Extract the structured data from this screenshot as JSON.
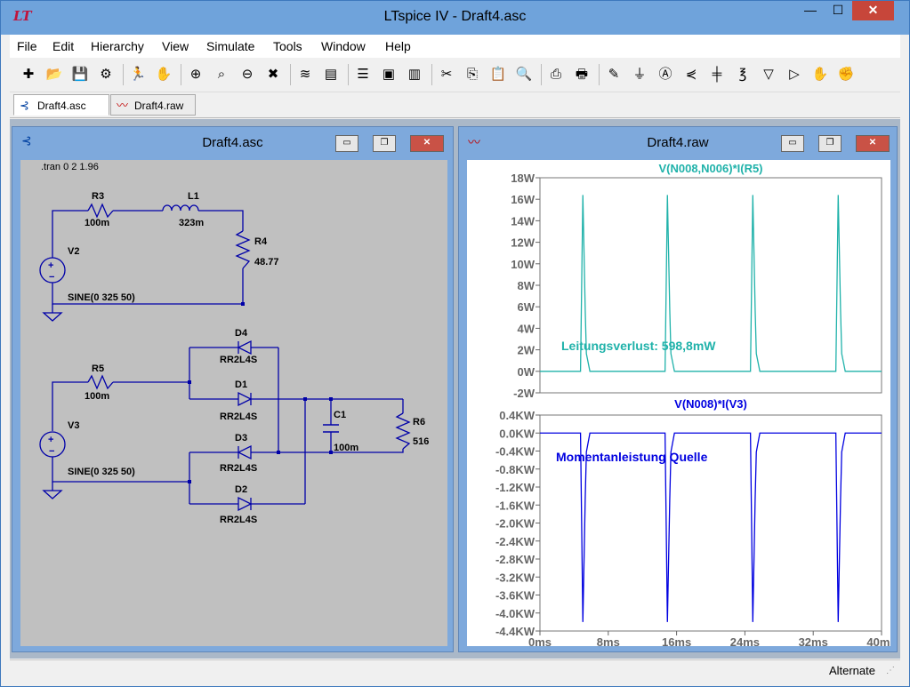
{
  "app": {
    "title": "LTspice IV - Draft4.asc",
    "logo": "LT"
  },
  "menu": [
    "File",
    "Edit",
    "Hierarchy",
    "View",
    "Simulate",
    "Tools",
    "Window",
    "Help"
  ],
  "toolbar": {
    "icons": [
      "new-schematic-icon",
      "open-icon",
      "save-icon",
      "control-panel-icon",
      "run-icon",
      "halt-icon",
      "zoom-in-icon",
      "zoom-fit-icon",
      "zoom-out-icon",
      "cancel-zoom-icon",
      "autorange-icon",
      "plot-settings-icon",
      "tile-horizontal-icon",
      "cascade-icon",
      "tile-vertical-icon",
      "cut-icon",
      "copy-icon",
      "paste-icon",
      "find-icon",
      "print-setup-icon",
      "print-icon",
      "draw-wire-icon",
      "ground-icon",
      "label-net-icon",
      "resistor-icon",
      "capacitor-icon",
      "inductor-icon",
      "diode-icon",
      "component-icon",
      "move-icon",
      "drag-icon"
    ],
    "glyphs": [
      "✚",
      "📂",
      "💾",
      "⚙",
      "🏃",
      "✋",
      "⊕",
      "⌕",
      "⊖",
      "✖",
      "≋",
      "▤",
      "☰",
      "▣",
      "▥",
      "✂",
      "⎘",
      "📋",
      "🔍",
      "⎙",
      "🖶",
      "✎",
      "⏚",
      "Ⓐ",
      "⋞",
      "╪",
      "℥",
      "▽",
      "▷",
      "✋",
      "✊"
    ]
  },
  "tabs": [
    {
      "label": "Draft4.asc",
      "icon": "schematic-tab-icon",
      "glyph": "⊰",
      "active": true
    },
    {
      "label": "Draft4.raw",
      "icon": "waveform-tab-icon",
      "glyph": "〰",
      "active": false
    }
  ],
  "schematic_window": {
    "title": "Draft4.asc",
    "directive": ".tran 0 2 1.96",
    "components": [
      {
        "ref": "R3",
        "value": "100m"
      },
      {
        "ref": "L1",
        "value": "323m"
      },
      {
        "ref": "R4",
        "value": "48.77"
      },
      {
        "ref": "V2",
        "value": "SINE(0 325 50)"
      },
      {
        "ref": "R5",
        "value": "100m"
      },
      {
        "ref": "D4",
        "value": "RR2L4S"
      },
      {
        "ref": "D1",
        "value": "RR2L4S"
      },
      {
        "ref": "D3",
        "value": "RR2L4S"
      },
      {
        "ref": "D2",
        "value": "RR2L4S"
      },
      {
        "ref": "C1",
        "value": "100m"
      },
      {
        "ref": "R6",
        "value": "516"
      },
      {
        "ref": "V3",
        "value": "SINE(0 325 50)"
      }
    ]
  },
  "waveform_window": {
    "title": "Draft4.raw"
  },
  "chart_data": [
    {
      "type": "line",
      "title": "V(N008,N006)*I(R5)",
      "annotation": "Leitungsverlust: 598,8mW",
      "color": "#20b2aa",
      "xlim": [
        0,
        40
      ],
      "ylim": [
        -2,
        18
      ],
      "yticks": [
        "-2W",
        "0W",
        "2W",
        "4W",
        "6W",
        "8W",
        "10W",
        "12W",
        "14W",
        "16W",
        "18W"
      ],
      "pulses_ms": [
        5.3,
        15.2,
        25.2,
        35.2
      ],
      "peak": 16.4,
      "baseline": 0
    },
    {
      "type": "line",
      "title": "V(N008)*I(V3)",
      "annotation": "Momentanleistung Quelle",
      "color": "#0000e0",
      "xlim": [
        0,
        40
      ],
      "ylim": [
        -4.4,
        0.4
      ],
      "yticks": [
        "-4.4KW",
        "-4.0KW",
        "-3.6KW",
        "-3.2KW",
        "-2.8KW",
        "-2.4KW",
        "-2.0KW",
        "-1.6KW",
        "-1.2KW",
        "-0.8KW",
        "-0.4KW",
        "0.0KW",
        "0.4KW"
      ],
      "xticks": [
        "0ms",
        "8ms",
        "16ms",
        "24ms",
        "32ms",
        "40ms"
      ],
      "pulses_ms": [
        5.3,
        15.2,
        25.2,
        35.2
      ],
      "peak": -4.2,
      "baseline": 0
    }
  ],
  "status": {
    "mode": "Alternate"
  }
}
